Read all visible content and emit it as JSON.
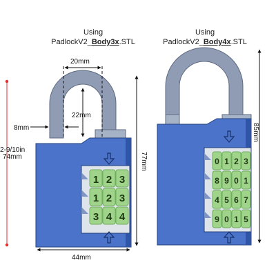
{
  "captions": {
    "left": {
      "line1": "Using",
      "prefix": "PadlockV2_",
      "bold": "Body3x",
      "suffix": ".STL"
    },
    "right": {
      "line1": "Using",
      "prefix": "PadlockV2_",
      "bold": "Body4x",
      "suffix": ".STL"
    }
  },
  "dimensions": {
    "shackle_width": "20mm",
    "shackle_height": "22mm",
    "shackle_thickness": "8mm",
    "body3x_height": "77mm",
    "body3x_width": "44mm",
    "body4x_height": "85mm",
    "left_edge_label_1": "2-9/10in",
    "left_edge_label_2": "74mm"
  },
  "wheels_left": [
    [
      "1",
      "2",
      "3"
    ],
    [
      "1",
      "2",
      "3"
    ],
    [
      "3",
      "4",
      "4"
    ]
  ],
  "wheels_right": [
    [
      "0",
      "1",
      "2",
      "3"
    ],
    [
      "8",
      "9",
      "0",
      "1"
    ],
    [
      "4",
      "5",
      "6",
      "7"
    ],
    [
      "9",
      "0",
      "1",
      "5"
    ]
  ],
  "colors": {
    "body": "#4a73c9",
    "body_dark": "#2f55a8",
    "shackle": "#8f9cb3",
    "wheel": "#9fd48a",
    "wheel_dark": "#6fae5c",
    "marker": "#e03030"
  }
}
